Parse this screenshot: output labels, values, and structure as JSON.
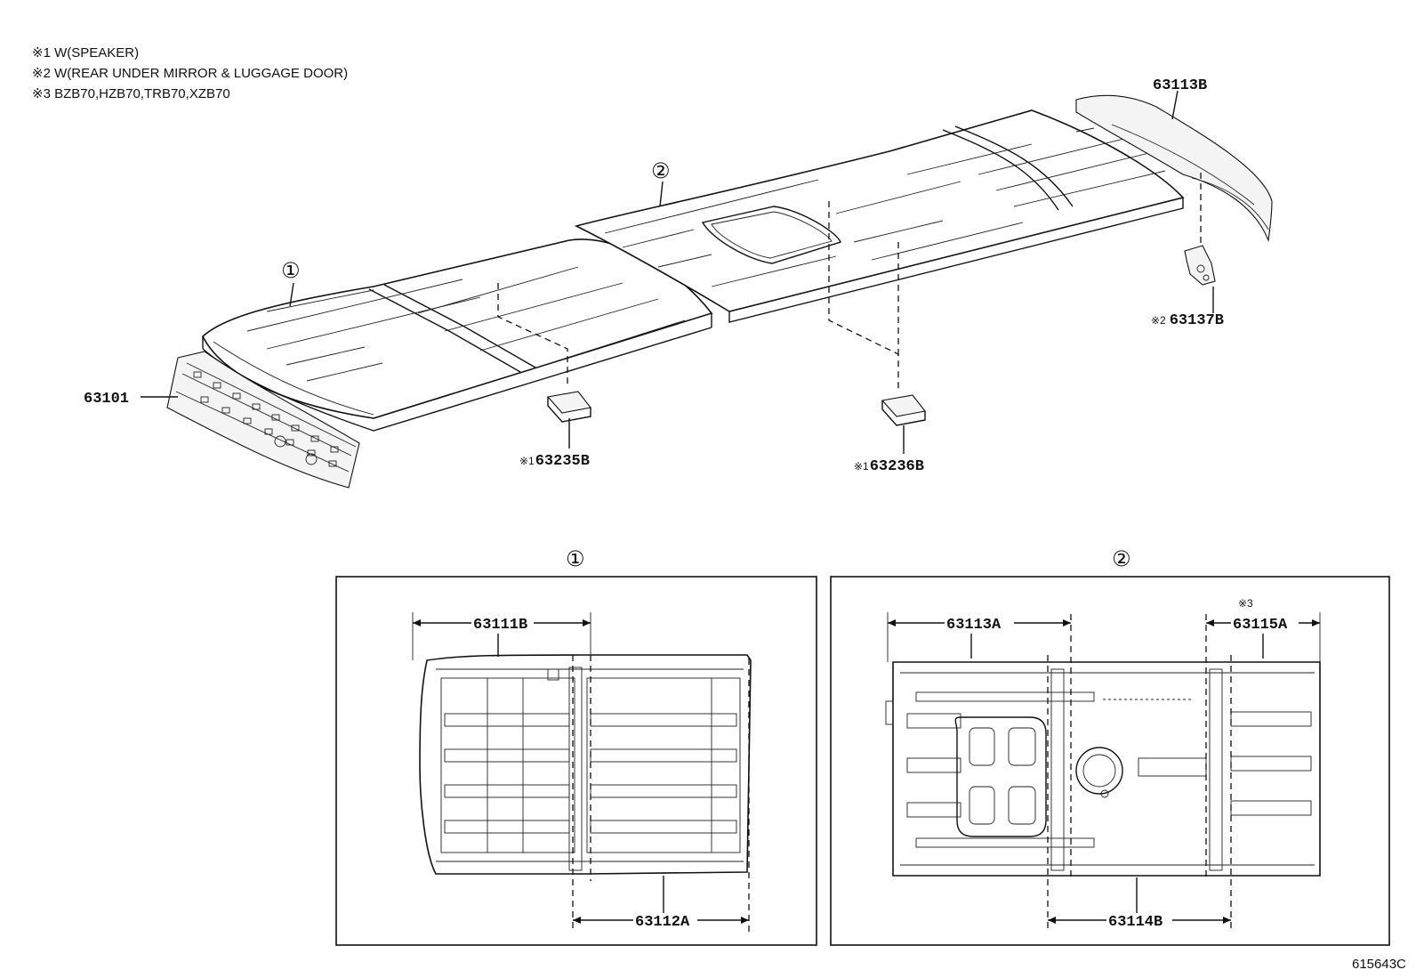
{
  "notes": [
    {
      "mark": "※1",
      "text": " W(SPEAKER)"
    },
    {
      "mark": "※2",
      "text": " W(REAR UNDER MIRROR & LUGGAGE DOOR)"
    },
    {
      "mark": "※3",
      "text": " BZB70,HZB70,TRB70,XZB70"
    }
  ],
  "callouts": {
    "one": "①",
    "two": "②"
  },
  "parts": {
    "p63101": "63101",
    "p63113B": "63113B",
    "p63137B": "63137B",
    "p63137B_ref": "※2",
    "p63235B": "63235B",
    "p63235B_ref": "※1",
    "p63236B": "63236B",
    "p63236B_ref": "※1",
    "p63111B": "63111B",
    "p63112A": "63112A",
    "p63113A": "63113A",
    "p63114B": "63114B",
    "p63115A": "63115A",
    "p63115A_ref": "※3"
  },
  "detail_titles": {
    "left": "①",
    "right": "②"
  },
  "figure_code": "615643C"
}
